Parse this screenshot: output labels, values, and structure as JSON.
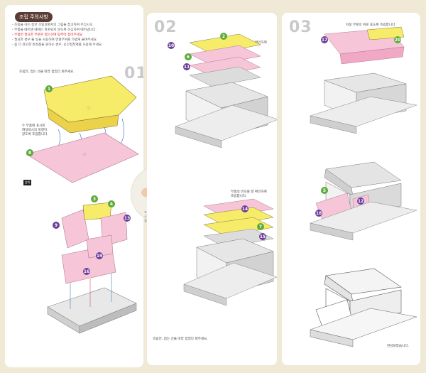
{
  "caution": {
    "title": "조립 주의사항",
    "items": [
      {
        "text": "- 조립을 하는 동안 조립설명서의 그림을 참고하여 주십시오.",
        "red": false
      },
      {
        "text": "- 부품을 떼어낼 때에는 파손되지 않도록 조심하여 떼어냅니다.",
        "red": false
      },
      {
        "text": "- 부품번 필요한 부분은 접는선에 맞추어 접어주세요.",
        "red": true
      },
      {
        "text": "- 필요한 경우 풀 등을 사용하여 연결부위를 가볍게 붙여주세요.",
        "red": false
      },
      {
        "text": "- 좀 더 견고한 완성품을 원하는 경우, 순간접착제를 사용해 주세요.",
        "red": false
      }
    ]
  },
  "steps": {
    "s1": "01",
    "s2": "02",
    "s3": "03"
  },
  "notes": {
    "p1_top": "조립전, 접는 선을 따라 접었다 펴주세요.",
    "p1_side": [
      "두 부품에 표시된",
      "화살표시의 방향이",
      "같도록 조립합니다."
    ],
    "p1_label": "앞쪽",
    "p2_top": [
      "부품의 번호를 잘 확인하여",
      "조립합니다."
    ],
    "p2_mid": [
      "부품의 번호를 잘 확인하여",
      "조립합니다."
    ],
    "p2_bottom": "조립전, 접는 선을 따라 접었다 펴주세요.",
    "p3_top": "지붕 부분의 위로 포도록 조립합니다.",
    "p3_bottom": "완성되었습니다.",
    "photo_note": [
      "조립 전,",
      "구멍에 끼워넣는 부분을",
      "접어서 씁니다."
    ]
  },
  "part_numbers": [
    "1",
    "8",
    "3",
    "4",
    "9",
    "13",
    "19",
    "16",
    "10",
    "2",
    "6",
    "11",
    "14",
    "7",
    "15",
    "17",
    "20",
    "5",
    "12",
    "18"
  ],
  "colors": {
    "yellow": "#f7ec6a",
    "pink": "#f6c6d8",
    "green": "#5caa3a",
    "purple": "#6a3d98",
    "gray": "#dcdcdc"
  }
}
